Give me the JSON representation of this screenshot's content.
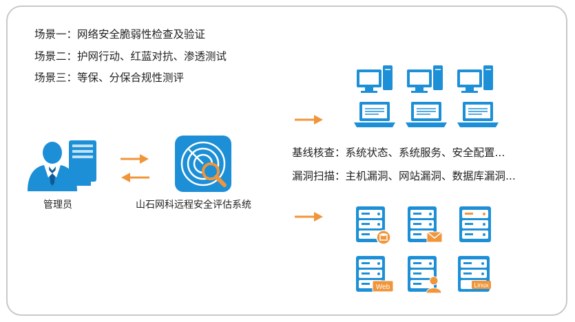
{
  "scenarios": [
    "场景一：网络安全脆弱性检查及验证",
    "场景二：护网行动、红蓝对抗、渗透测试",
    "场景三：等保、分保合规性测评"
  ],
  "admin": {
    "label": "管理员",
    "icon": "admin-computer-icon"
  },
  "scanner": {
    "label": "山石网科远程安全评估系统",
    "icon": "radar-scan-icon"
  },
  "checks": {
    "baseline": "基线核查：系统状态、系统服务、安全配置...",
    "vuln": "漏洞扫描：主机漏洞、网站漏洞、数据库漏洞..."
  },
  "server_badges": {
    "web": "Web",
    "linux": "Linux"
  },
  "colors": {
    "blue": "#1d8fd6",
    "dark_blue": "#0f5a93",
    "orange": "#f0953a",
    "border": "#c8c8c8"
  }
}
